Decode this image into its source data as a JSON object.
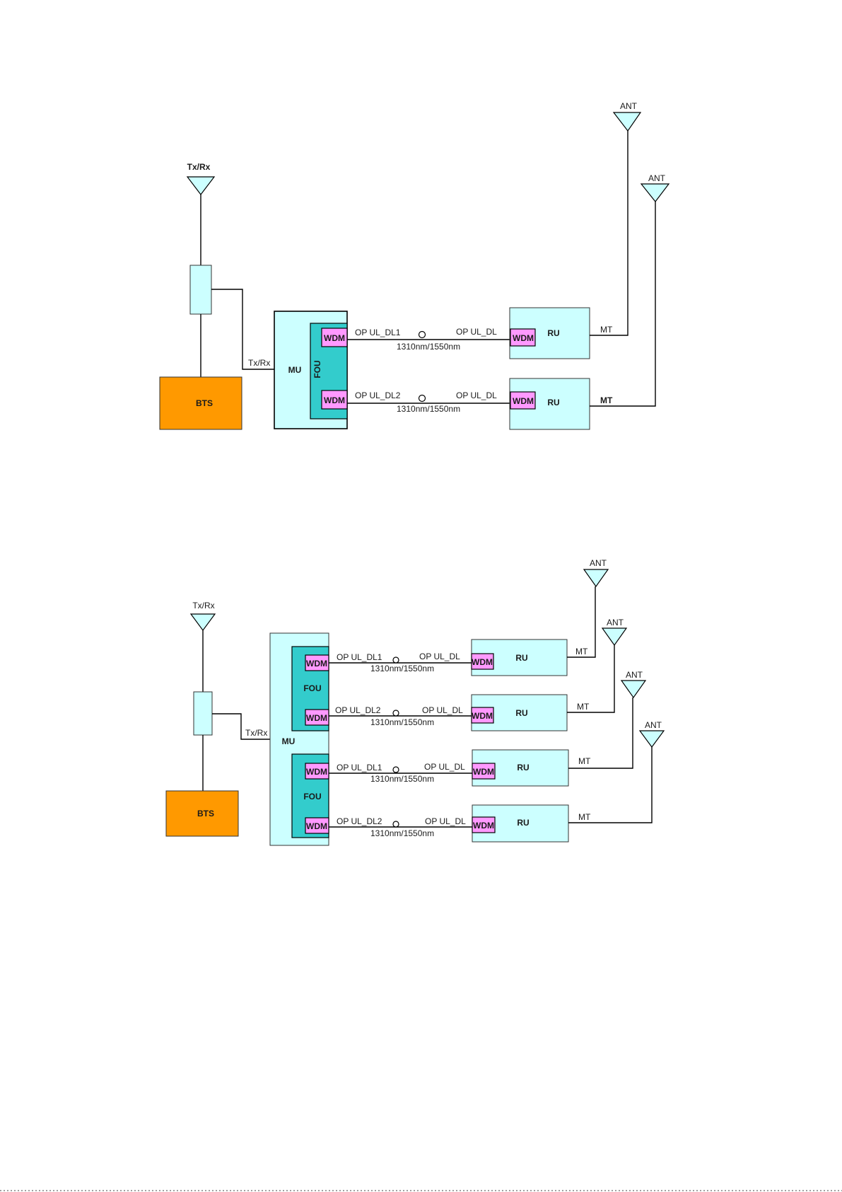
{
  "colors": {
    "light_cyan": "#ccffff",
    "teal": "#33cccc",
    "magenta": "#ff99ff",
    "orange": "#ff9900"
  },
  "diagram1": {
    "txrx_antenna": "Tx/Rx",
    "coupler_label": "Tx/Rx",
    "bts": "BTS",
    "mu": "MU",
    "fou": "FOU",
    "wdm": "WDM",
    "links": [
      {
        "left": "OP UL_DL1",
        "right": "OP UL_DL",
        "wavelength": "1310nm/1550nm"
      },
      {
        "left": "OP UL_DL2",
        "right": "OP UL_DL",
        "wavelength": "1310nm/1550nm"
      }
    ],
    "remote_units": [
      "RU",
      "RU"
    ],
    "mt": [
      "MT",
      "MT"
    ],
    "ant": [
      "ANT",
      "ANT"
    ]
  },
  "diagram2": {
    "txrx_antenna": "Tx/Rx",
    "coupler_label": "Tx/Rx",
    "bts": "BTS",
    "mu": "MU",
    "fou": [
      "FOU",
      "FOU"
    ],
    "wdm": "WDM",
    "links": [
      {
        "left": "OP UL_DL1",
        "right": "OP UL_DL",
        "wavelength": "1310nm/1550nm"
      },
      {
        "left": "OP UL_DL2",
        "right": "OP UL_DL",
        "wavelength": "1310nm/1550nm"
      },
      {
        "left": "OP UL_DL1",
        "right": "OP UL_DL",
        "wavelength": "1310nm/1550nm"
      },
      {
        "left": "OP UL_DL2",
        "right": "OP UL_DL",
        "wavelength": "1310nm/1550nm"
      }
    ],
    "remote_units": [
      "RU",
      "RU",
      "RU",
      "RU"
    ],
    "mt": [
      "MT",
      "MT",
      "MT",
      "MT"
    ],
    "ant": [
      "ANT",
      "ANT",
      "ANT",
      "ANT"
    ]
  }
}
